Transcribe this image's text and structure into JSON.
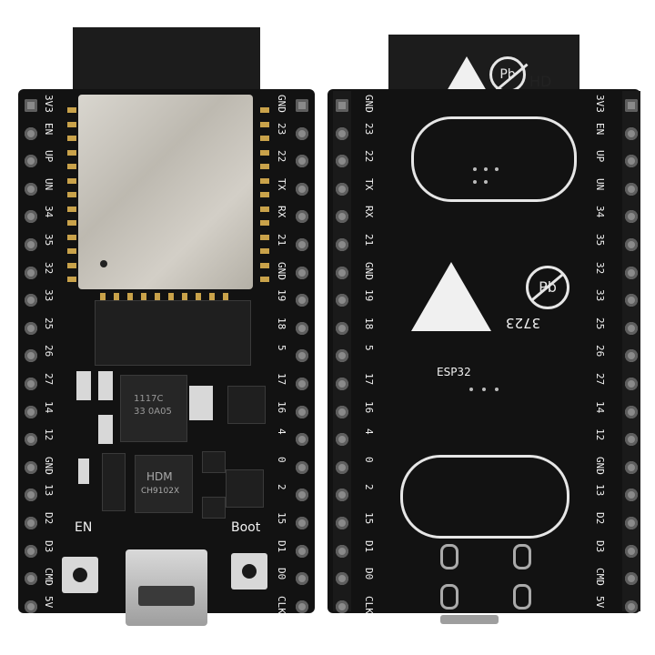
{
  "front": {
    "left_pins": [
      "3V3",
      "EN",
      "UP",
      "UN",
      "34",
      "35",
      "32",
      "33",
      "25",
      "26",
      "27",
      "14",
      "12",
      "GND",
      "13",
      "D2",
      "D3",
      "CMD",
      "5V"
    ],
    "right_pins": [
      "GND",
      "23",
      "22",
      "TX",
      "RX",
      "21",
      "GND",
      "19",
      "18",
      "5",
      "17",
      "16",
      "4",
      "0",
      "2",
      "15",
      "D1",
      "D0",
      "CLK"
    ],
    "regulator_text_1": "1117C",
    "regulator_text_2": "33 0A05",
    "usb_chip_logo": "HDM",
    "usb_chip_text": "CH9102X",
    "en_label": "EN",
    "boot_label": "Boot"
  },
  "back": {
    "left_pins": [
      "GND",
      "23",
      "22",
      "TX",
      "RX",
      "21",
      "GND",
      "19",
      "18",
      "5",
      "17",
      "16",
      "4",
      "0",
      "2",
      "15",
      "D1",
      "D0",
      "CLK"
    ],
    "right_pins": [
      "3V3",
      "EN",
      "UP",
      "UN",
      "34",
      "35",
      "32",
      "33",
      "25",
      "26",
      "27",
      "14",
      "12",
      "GND",
      "13",
      "D2",
      "D3",
      "CMD",
      "5V"
    ],
    "antenna_text": "HD",
    "pb_symbol": "Pb",
    "code": "3723",
    "model": "ESP32"
  },
  "colors": {
    "pcb": "#121212",
    "silkscreen": "#f2f2f2",
    "shield": "#c9c5bc"
  }
}
